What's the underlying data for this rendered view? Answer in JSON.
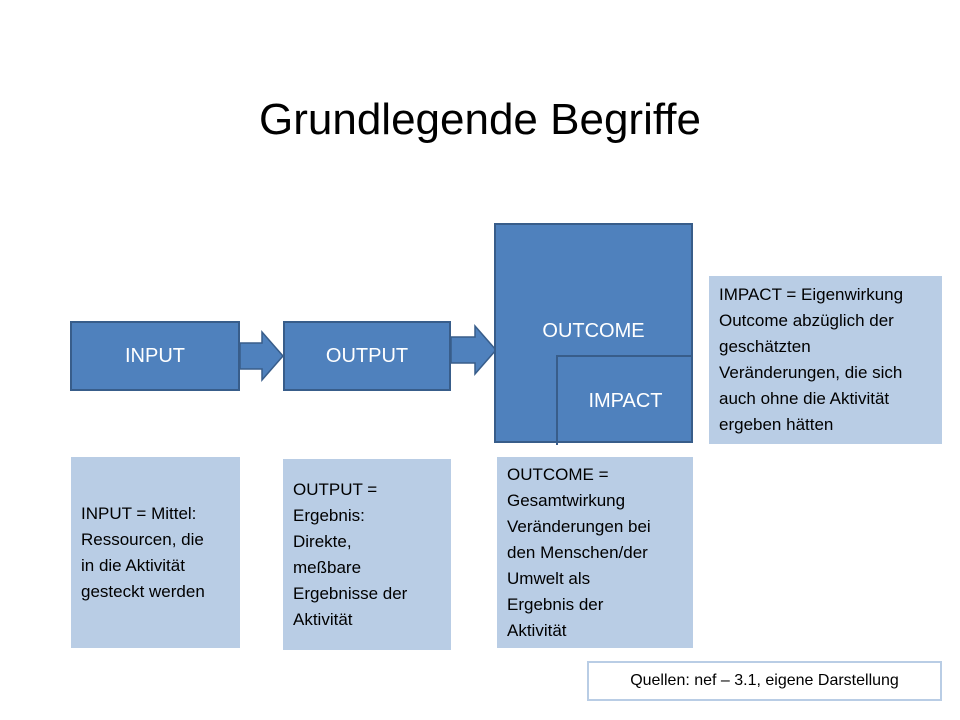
{
  "title": "Grundlegende Begriffe",
  "nodes": {
    "input": "INPUT",
    "output": "OUTPUT",
    "outcome": "OUTCOME",
    "impact": "IMPACT"
  },
  "notes": {
    "input": "INPUT = Mittel:\nRessourcen,  die\nin die Aktivität\ngesteckt werden",
    "output": "OUTPUT =\nErgebnis:\nDirekte,\nmeßbare\nErgebnisse  der\nAktivität",
    "outcome": "OUTCOME =\nGesamtwirkung\nVeränderungen bei\nden Menschen/der\nUmwelt als\nErgebnis der\nAktivität",
    "impact": "IMPACT = Eigenwirkung\nOutcome abzüglich der\ngeschätzten\nVeränderungen,  die sich\nauch ohne die Aktivität\nergeben hätten"
  },
  "source": "Quellen: nef – 3.1, eigene Darstellung",
  "colors": {
    "box_fill": "#4f81bd",
    "box_border": "#385d8a",
    "note_fill": "#b9cde5"
  }
}
